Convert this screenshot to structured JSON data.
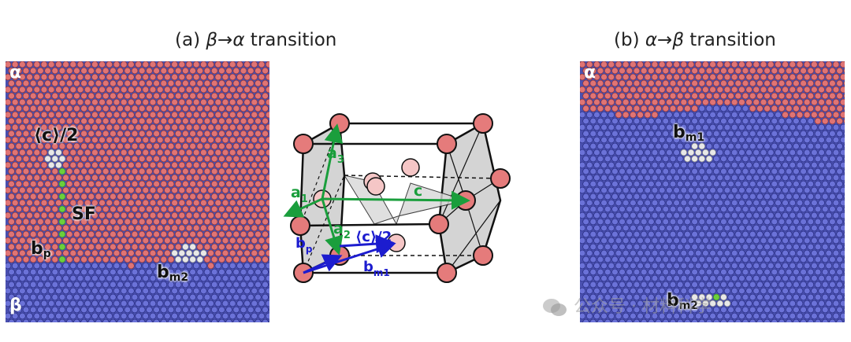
{
  "titles": {
    "a": {
      "prefix": "(a) ",
      "from": "β",
      "arrow": "→",
      "to": "α",
      "suffix": " transition"
    },
    "b": {
      "prefix": "(b) ",
      "from": "α",
      "arrow": "→",
      "to": "β",
      "suffix": " transition"
    }
  },
  "panel_a": {
    "top_phase": "α",
    "bottom_phase": "β",
    "labels": {
      "c_half": "⟨c⟩/2",
      "sf": "SF",
      "bp_main": "b",
      "bp_sub": "p",
      "bm2_main": "b",
      "bm2_sub": "m2"
    }
  },
  "panel_b": {
    "top_phase": "α",
    "labels": {
      "bm1_main": "b",
      "bm1_sub": "m1",
      "bm2_main": "b",
      "bm2_sub": "m2"
    }
  },
  "crystal": {
    "vectors": {
      "a1_main": "a",
      "a1_sub": "1",
      "a2_main": "a",
      "a2_sub": "2",
      "a3_main": "a",
      "a3_sub": "3",
      "c": "c",
      "c_half": "⟨c⟩/2",
      "bp_main": "b",
      "bp_sub": "p",
      "bm1_main": "b",
      "bm1_sub": "m1"
    }
  },
  "watermark": {
    "text": "公众号 · 材料科学"
  },
  "colors": {
    "alpha_atom": "#e07474",
    "alpha_bg": "#c95656",
    "beta_atom": "#6b72d8",
    "beta_bg": "#4a50b0",
    "defect_atom": "#e8e8e8",
    "sf_green": "#6ccf3c",
    "vector_green": "#1a9e3c",
    "vector_blue": "#1c1ccf",
    "hcp_atom": "#e57b7b",
    "interior_atom": "#f5c6c6"
  }
}
